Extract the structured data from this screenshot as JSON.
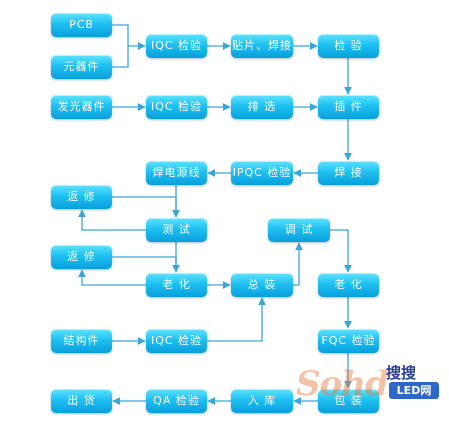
{
  "nodes": {
    "pcb": "PCB",
    "components": "元器件",
    "iqc1": "IQC 检验",
    "smt": "贴片、焊接",
    "inspect": "检 验",
    "emitter": "发光器件",
    "iqc2": "IQC 检验",
    "sort": "排 选",
    "insert": "插 件",
    "powerline": "焊电源线",
    "ipqc": "IPQC 检验",
    "solder": "焊 接",
    "repair1": "返 修",
    "test1": "测 试",
    "test2": "调 试",
    "repair2": "返 修",
    "aging1": "老 化",
    "assembly": "总 装",
    "aging2": "老 化",
    "structure": "结构件",
    "iqc3": "IQC 检验",
    "fqc": "FQC 检验",
    "ship": "出 货",
    "qa": "QA 检验",
    "storage": "入 库",
    "package": "包 装"
  },
  "watermark": {
    "logo": "Sohd",
    "brand_cn": "搜搜",
    "brand_led": "LED网"
  },
  "colors": {
    "box_top": "#5fe3ff",
    "box_bottom": "#079fdb",
    "connector": "#3aa6d8"
  }
}
